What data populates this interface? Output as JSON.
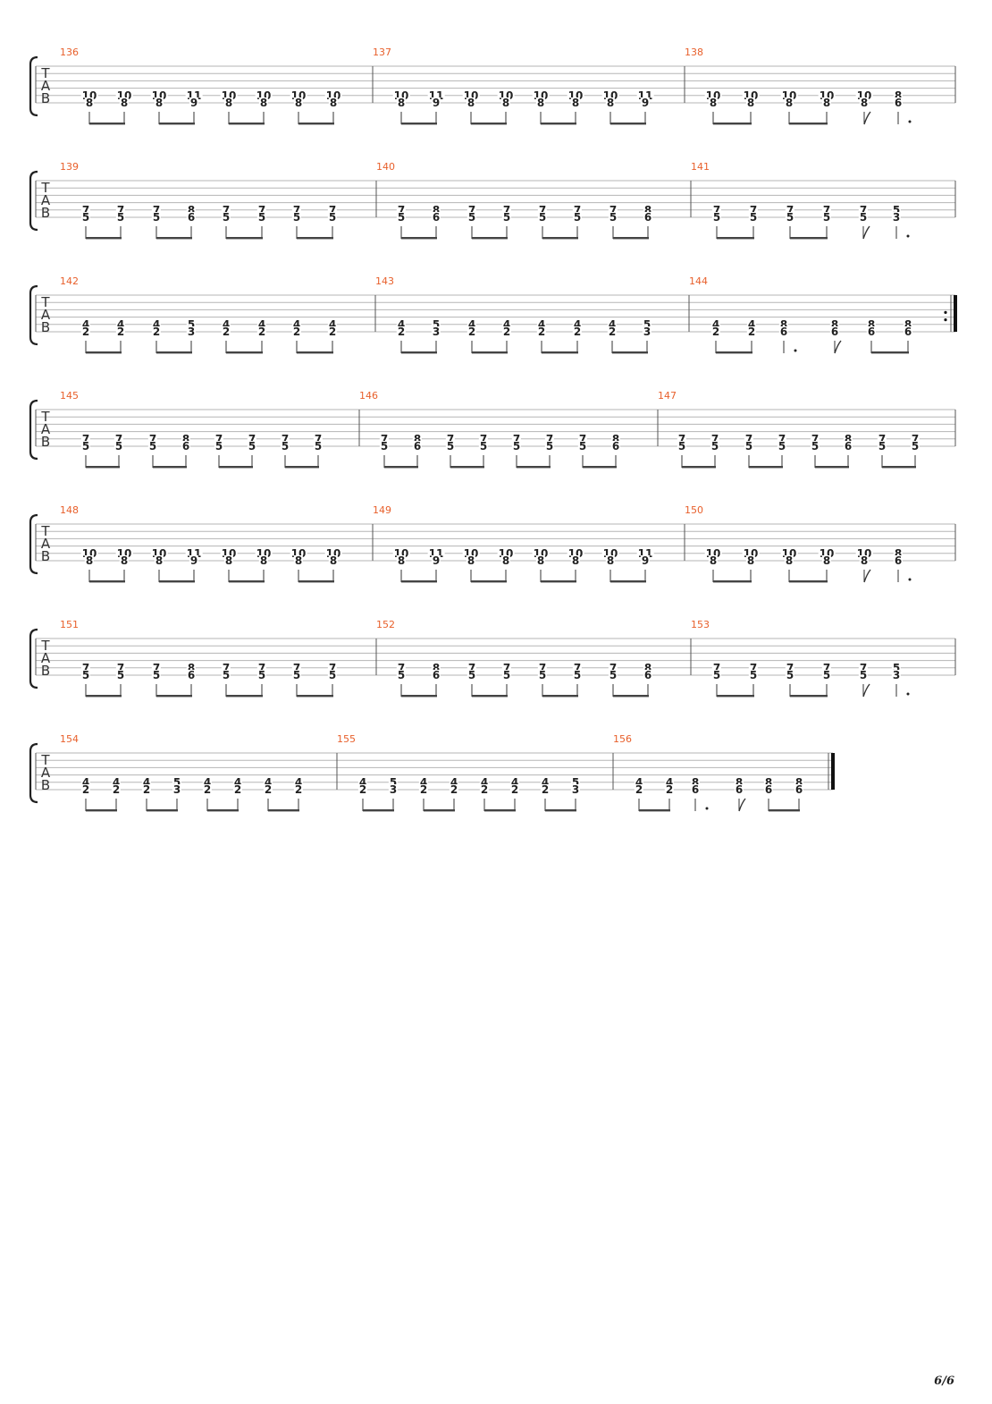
{
  "tab_clef_letters": [
    "T",
    "A",
    "B"
  ],
  "page_number": "6/6",
  "systems": [
    {
      "measures": [
        {
          "number": "136",
          "beats": [
            [
              "10",
              "8"
            ],
            [
              "10",
              "8"
            ],
            [
              "10",
              "8"
            ],
            [
              "11",
              "9"
            ],
            [
              "10",
              "8"
            ],
            [
              "10",
              "8"
            ],
            [
              "10",
              "8"
            ],
            [
              "10",
              "8"
            ]
          ],
          "rhythm": [
            "e",
            "e",
            "e",
            "e",
            "e",
            "e",
            "e",
            "e"
          ]
        },
        {
          "number": "137",
          "beats": [
            [
              "10",
              "8"
            ],
            [
              "11",
              "9"
            ],
            [
              "10",
              "8"
            ],
            [
              "10",
              "8"
            ],
            [
              "10",
              "8"
            ],
            [
              "10",
              "8"
            ],
            [
              "10",
              "8"
            ],
            [
              "11",
              "9"
            ]
          ],
          "rhythm": [
            "e",
            "e",
            "e",
            "e",
            "e",
            "e",
            "e",
            "e"
          ]
        },
        {
          "number": "138",
          "beats": [
            [
              "10",
              "8"
            ],
            [
              "10",
              "8"
            ],
            [
              "10",
              "8"
            ],
            [
              "10",
              "8"
            ],
            [
              "10",
              "8"
            ],
            [
              "8",
              "6"
            ]
          ],
          "rhythm": [
            "e",
            "e",
            "e",
            "e",
            "f",
            "qd"
          ]
        }
      ]
    },
    {
      "measures": [
        {
          "number": "139",
          "beats": [
            [
              "7",
              "5"
            ],
            [
              "7",
              "5"
            ],
            [
              "7",
              "5"
            ],
            [
              "8",
              "6"
            ],
            [
              "7",
              "5"
            ],
            [
              "7",
              "5"
            ],
            [
              "7",
              "5"
            ],
            [
              "7",
              "5"
            ]
          ],
          "rhythm": [
            "e",
            "e",
            "e",
            "e",
            "e",
            "e",
            "e",
            "e"
          ]
        },
        {
          "number": "140",
          "beats": [
            [
              "7",
              "5"
            ],
            [
              "8",
              "6"
            ],
            [
              "7",
              "5"
            ],
            [
              "7",
              "5"
            ],
            [
              "7",
              "5"
            ],
            [
              "7",
              "5"
            ],
            [
              "7",
              "5"
            ],
            [
              "8",
              "6"
            ]
          ],
          "rhythm": [
            "e",
            "e",
            "e",
            "e",
            "e",
            "e",
            "e",
            "e"
          ]
        },
        {
          "number": "141",
          "beats": [
            [
              "7",
              "5"
            ],
            [
              "7",
              "5"
            ],
            [
              "7",
              "5"
            ],
            [
              "7",
              "5"
            ],
            [
              "7",
              "5"
            ],
            [
              "5",
              "3"
            ]
          ],
          "rhythm": [
            "e",
            "e",
            "e",
            "e",
            "f",
            "qd"
          ]
        }
      ]
    },
    {
      "measures": [
        {
          "number": "142",
          "beats": [
            [
              "4",
              "2"
            ],
            [
              "4",
              "2"
            ],
            [
              "4",
              "2"
            ],
            [
              "5",
              "3"
            ],
            [
              "4",
              "2"
            ],
            [
              "4",
              "2"
            ],
            [
              "4",
              "2"
            ],
            [
              "4",
              "2"
            ]
          ],
          "rhythm": [
            "e",
            "e",
            "e",
            "e",
            "e",
            "e",
            "e",
            "e"
          ]
        },
        {
          "number": "143",
          "beats": [
            [
              "4",
              "2"
            ],
            [
              "5",
              "3"
            ],
            [
              "4",
              "2"
            ],
            [
              "4",
              "2"
            ],
            [
              "4",
              "2"
            ],
            [
              "4",
              "2"
            ],
            [
              "4",
              "2"
            ],
            [
              "5",
              "3"
            ]
          ],
          "rhythm": [
            "e",
            "e",
            "e",
            "e",
            "e",
            "e",
            "e",
            "e"
          ]
        },
        {
          "number": "144",
          "beats": [
            [
              "4",
              "2"
            ],
            [
              "4",
              "2"
            ],
            [
              "8",
              "6"
            ],
            [
              "8",
              "6"
            ],
            [
              "8",
              "6"
            ],
            [
              "8",
              "6"
            ]
          ],
          "rhythm": [
            "e",
            "e",
            "qd",
            "f",
            "e",
            "e"
          ],
          "repeat_end": true
        }
      ]
    },
    {
      "measures": [
        {
          "number": "145",
          "beats": [
            [
              "7",
              "5"
            ],
            [
              "7",
              "5"
            ],
            [
              "7",
              "5"
            ],
            [
              "8",
              "6"
            ],
            [
              "7",
              "5"
            ],
            [
              "7",
              "5"
            ],
            [
              "7",
              "5"
            ],
            [
              "7",
              "5"
            ]
          ],
          "rhythm": [
            "e",
            "e",
            "e",
            "e",
            "e",
            "e",
            "e",
            "e"
          ]
        },
        {
          "number": "146",
          "beats": [
            [
              "7",
              "5"
            ],
            [
              "8",
              "6"
            ],
            [
              "7",
              "5"
            ],
            [
              "7",
              "5"
            ],
            [
              "7",
              "5"
            ],
            [
              "7",
              "5"
            ],
            [
              "7",
              "5"
            ],
            [
              "8",
              "6"
            ]
          ],
          "rhythm": [
            "e",
            "e",
            "e",
            "e",
            "e",
            "e",
            "e",
            "e"
          ]
        },
        {
          "number": "147",
          "beats": [
            [
              "7",
              "5"
            ],
            [
              "7",
              "5"
            ],
            [
              "7",
              "5"
            ],
            [
              "7",
              "5"
            ],
            [
              "7",
              "5"
            ],
            [
              "8",
              "6"
            ],
            [
              "7",
              "5"
            ],
            [
              "7",
              "5"
            ]
          ],
          "rhythm": [
            "e",
            "e",
            "e",
            "e",
            "e",
            "e",
            "e",
            "e"
          ]
        }
      ]
    },
    {
      "measures": [
        {
          "number": "148",
          "beats": [
            [
              "10",
              "8"
            ],
            [
              "10",
              "8"
            ],
            [
              "10",
              "8"
            ],
            [
              "11",
              "9"
            ],
            [
              "10",
              "8"
            ],
            [
              "10",
              "8"
            ],
            [
              "10",
              "8"
            ],
            [
              "10",
              "8"
            ]
          ],
          "rhythm": [
            "e",
            "e",
            "e",
            "e",
            "e",
            "e",
            "e",
            "e"
          ]
        },
        {
          "number": "149",
          "beats": [
            [
              "10",
              "8"
            ],
            [
              "11",
              "9"
            ],
            [
              "10",
              "8"
            ],
            [
              "10",
              "8"
            ],
            [
              "10",
              "8"
            ],
            [
              "10",
              "8"
            ],
            [
              "10",
              "8"
            ],
            [
              "11",
              "9"
            ]
          ],
          "rhythm": [
            "e",
            "e",
            "e",
            "e",
            "e",
            "e",
            "e",
            "e"
          ]
        },
        {
          "number": "150",
          "beats": [
            [
              "10",
              "8"
            ],
            [
              "10",
              "8"
            ],
            [
              "10",
              "8"
            ],
            [
              "10",
              "8"
            ],
            [
              "10",
              "8"
            ],
            [
              "8",
              "6"
            ]
          ],
          "rhythm": [
            "e",
            "e",
            "e",
            "e",
            "f",
            "qd"
          ]
        }
      ]
    },
    {
      "measures": [
        {
          "number": "151",
          "beats": [
            [
              "7",
              "5"
            ],
            [
              "7",
              "5"
            ],
            [
              "7",
              "5"
            ],
            [
              "8",
              "6"
            ],
            [
              "7",
              "5"
            ],
            [
              "7",
              "5"
            ],
            [
              "7",
              "5"
            ],
            [
              "7",
              "5"
            ]
          ],
          "rhythm": [
            "e",
            "e",
            "e",
            "e",
            "e",
            "e",
            "e",
            "e"
          ]
        },
        {
          "number": "152",
          "beats": [
            [
              "7",
              "5"
            ],
            [
              "8",
              "6"
            ],
            [
              "7",
              "5"
            ],
            [
              "7",
              "5"
            ],
            [
              "7",
              "5"
            ],
            [
              "7",
              "5"
            ],
            [
              "7",
              "5"
            ],
            [
              "8",
              "6"
            ]
          ],
          "rhythm": [
            "e",
            "e",
            "e",
            "e",
            "e",
            "e",
            "e",
            "e"
          ]
        },
        {
          "number": "153",
          "beats": [
            [
              "7",
              "5"
            ],
            [
              "7",
              "5"
            ],
            [
              "7",
              "5"
            ],
            [
              "7",
              "5"
            ],
            [
              "7",
              "5"
            ],
            [
              "5",
              "3"
            ]
          ],
          "rhythm": [
            "e",
            "e",
            "e",
            "e",
            "f",
            "qd"
          ]
        }
      ]
    },
    {
      "measures": [
        {
          "number": "154",
          "beats": [
            [
              "4",
              "2"
            ],
            [
              "4",
              "2"
            ],
            [
              "4",
              "2"
            ],
            [
              "5",
              "3"
            ],
            [
              "4",
              "2"
            ],
            [
              "4",
              "2"
            ],
            [
              "4",
              "2"
            ],
            [
              "4",
              "2"
            ]
          ],
          "rhythm": [
            "e",
            "e",
            "e",
            "e",
            "e",
            "e",
            "e",
            "e"
          ]
        },
        {
          "number": "155",
          "beats": [
            [
              "4",
              "2"
            ],
            [
              "5",
              "3"
            ],
            [
              "4",
              "2"
            ],
            [
              "4",
              "2"
            ],
            [
              "4",
              "2"
            ],
            [
              "4",
              "2"
            ],
            [
              "4",
              "2"
            ],
            [
              "5",
              "3"
            ]
          ],
          "rhythm": [
            "e",
            "e",
            "e",
            "e",
            "e",
            "e",
            "e",
            "e"
          ]
        },
        {
          "number": "156",
          "beats": [
            [
              "4",
              "2"
            ],
            [
              "4",
              "2"
            ],
            [
              "8",
              "6"
            ],
            [
              "8",
              "6"
            ],
            [
              "8",
              "6"
            ],
            [
              "8",
              "6"
            ]
          ],
          "rhythm": [
            "e",
            "e",
            "qd",
            "f",
            "e",
            "e"
          ],
          "final_barline": true
        }
      ]
    }
  ]
}
